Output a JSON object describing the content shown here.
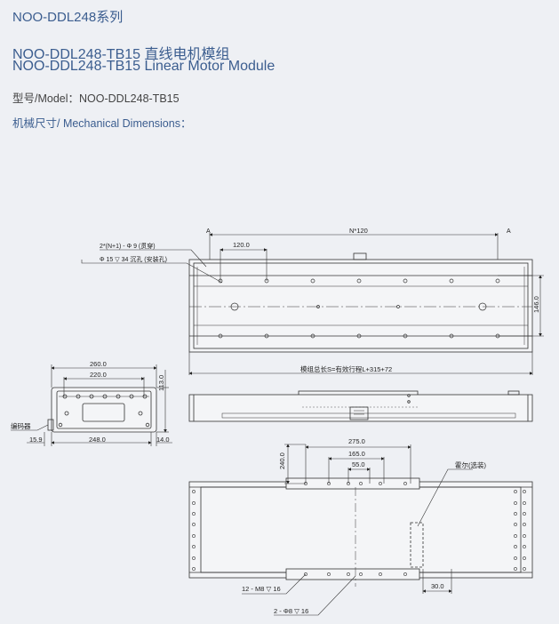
{
  "header": {
    "series": "NOO-DDL248系列",
    "title_cn": "NOO-DDL248-TB15 直线电机模组",
    "title_en": "NOO-DDL248-TB15 Linear Motor Module",
    "model": "型号/Model：NOO-DDL248-TB15",
    "mechanical": "机械尺寸/ Mechanical Dimensions："
  },
  "drawing": {
    "dim_N120": "N*120",
    "dim_120": "120.0",
    "dim_146": "146.0",
    "section_A_left": "A",
    "section_A_right": "A",
    "hole_callout_1": "2*(N+1) -  Φ 9 (贯穿)",
    "hole_callout_2": "Φ 15  ▽ 34 沉孔 (安装孔)",
    "total_length": "模组总长S=有效行程L+315+72",
    "dim_260": "260.0",
    "dim_220": "220.0",
    "dim_113": "113.0",
    "encoder_label": "编码器",
    "dim_15_9": "15.9",
    "dim_248": "248.0",
    "dim_14": "14.0",
    "dim_275": "275.0",
    "dim_165": "165.0",
    "dim_55": "55.0",
    "dim_240": "240.0",
    "hall_label": "霍尔(选装)",
    "dim_30": "30.0",
    "thread_callout": "12 - M8 ▽ 16",
    "pin_callout": "2 -   Φ8 ▽ 16"
  }
}
